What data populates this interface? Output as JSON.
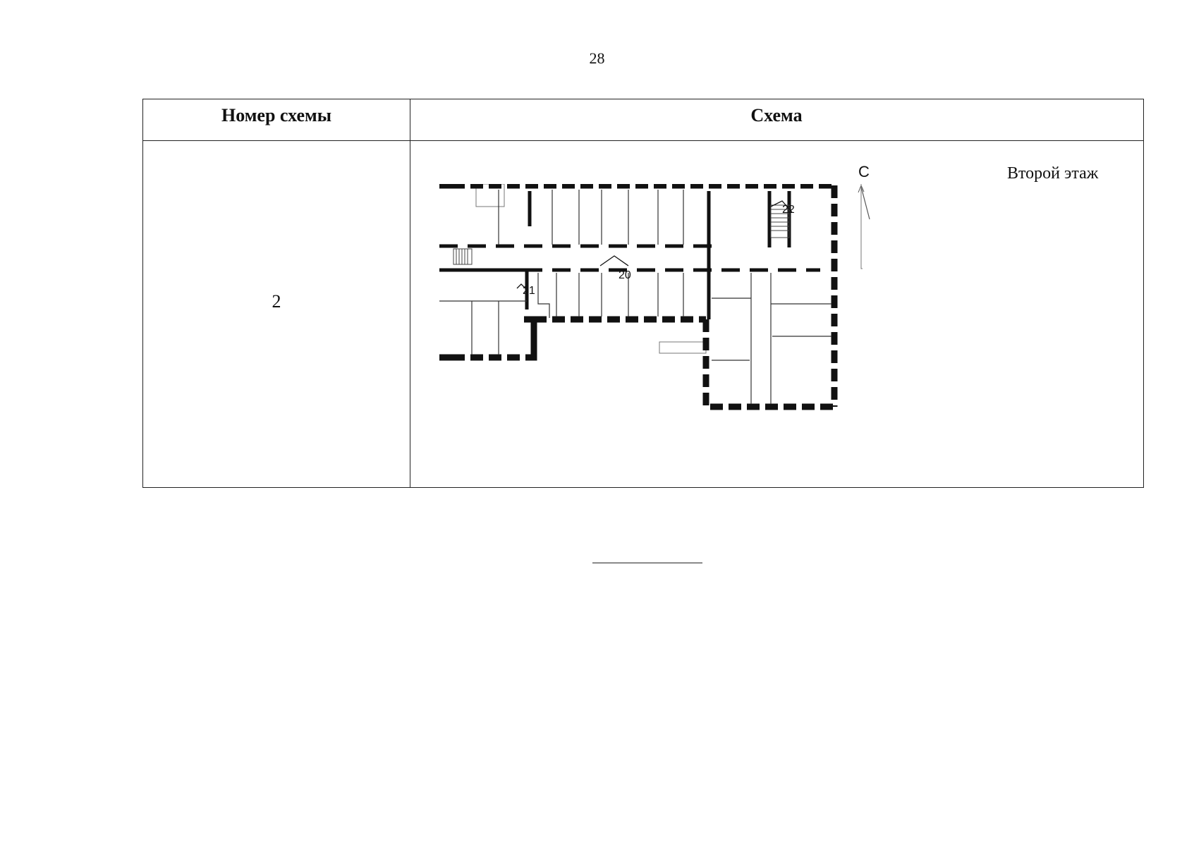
{
  "page": {
    "number": "28"
  },
  "table": {
    "headers": {
      "scheme_number": "Номер схемы",
      "scheme": "Схема"
    },
    "rows": [
      {
        "scheme_number": "2",
        "floor_label": "Второй этаж",
        "north_label": "С",
        "markers": [
          "20",
          "21",
          "22"
        ]
      }
    ]
  }
}
